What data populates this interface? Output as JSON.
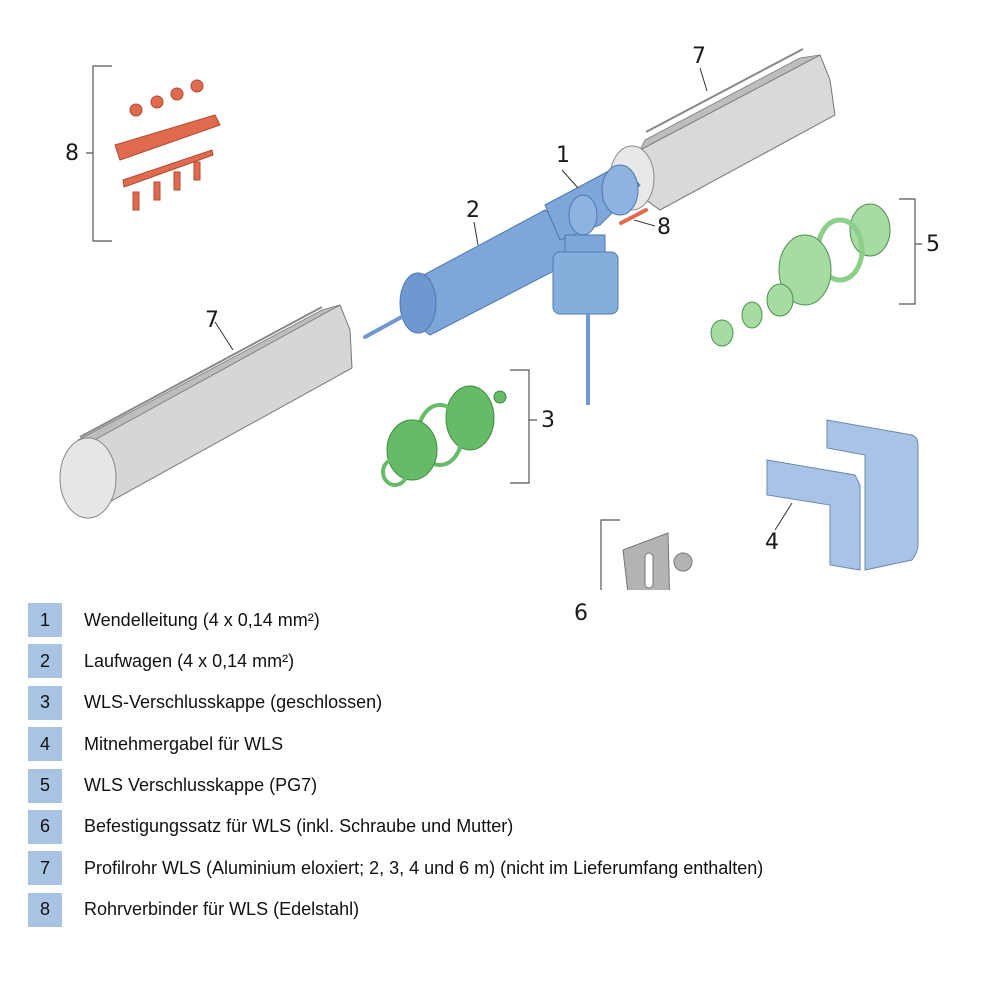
{
  "colors": {
    "carriage_blue": "#7ea6d9",
    "bracket_blue": "#a9c3e6",
    "cap_green_dark": "#66bb66",
    "cap_green_light": "#a6dba2",
    "connector_red": "#e06a4e",
    "tube_grey": "#d8d8d8",
    "mount_grey": "#b3b3b3",
    "legend_badge": "#a9c3e3"
  },
  "callouts": {
    "c1": "1",
    "c2": "2",
    "c3": "3",
    "c4": "4",
    "c5": "5",
    "c6": "6",
    "c7_top": "7",
    "c7_left": "7",
    "c8_top": "8",
    "c8_pin": "8"
  },
  "legend": [
    {
      "num": "1",
      "text": "Wendelleitung (4 x 0,14 mm²)"
    },
    {
      "num": "2",
      "text": "Laufwagen (4 x 0,14 mm²)"
    },
    {
      "num": "3",
      "text": "WLS-Verschlusskappe (geschlossen)"
    },
    {
      "num": "4",
      "text": "Mitnehmergabel für WLS"
    },
    {
      "num": "5",
      "text": "WLS Verschlusskappe (PG7)"
    },
    {
      "num": "6",
      "text": "Befestigungssatz für WLS (inkl. Schraube und Mutter)"
    },
    {
      "num": "7",
      "text": "Profilrohr WLS (Aluminium eloxiert; 2, 3, 4 und 6 m) (nicht im Lieferumfang enthalten)"
    },
    {
      "num": "8",
      "text": "Rohrverbinder für WLS (Edelstahl)"
    }
  ]
}
